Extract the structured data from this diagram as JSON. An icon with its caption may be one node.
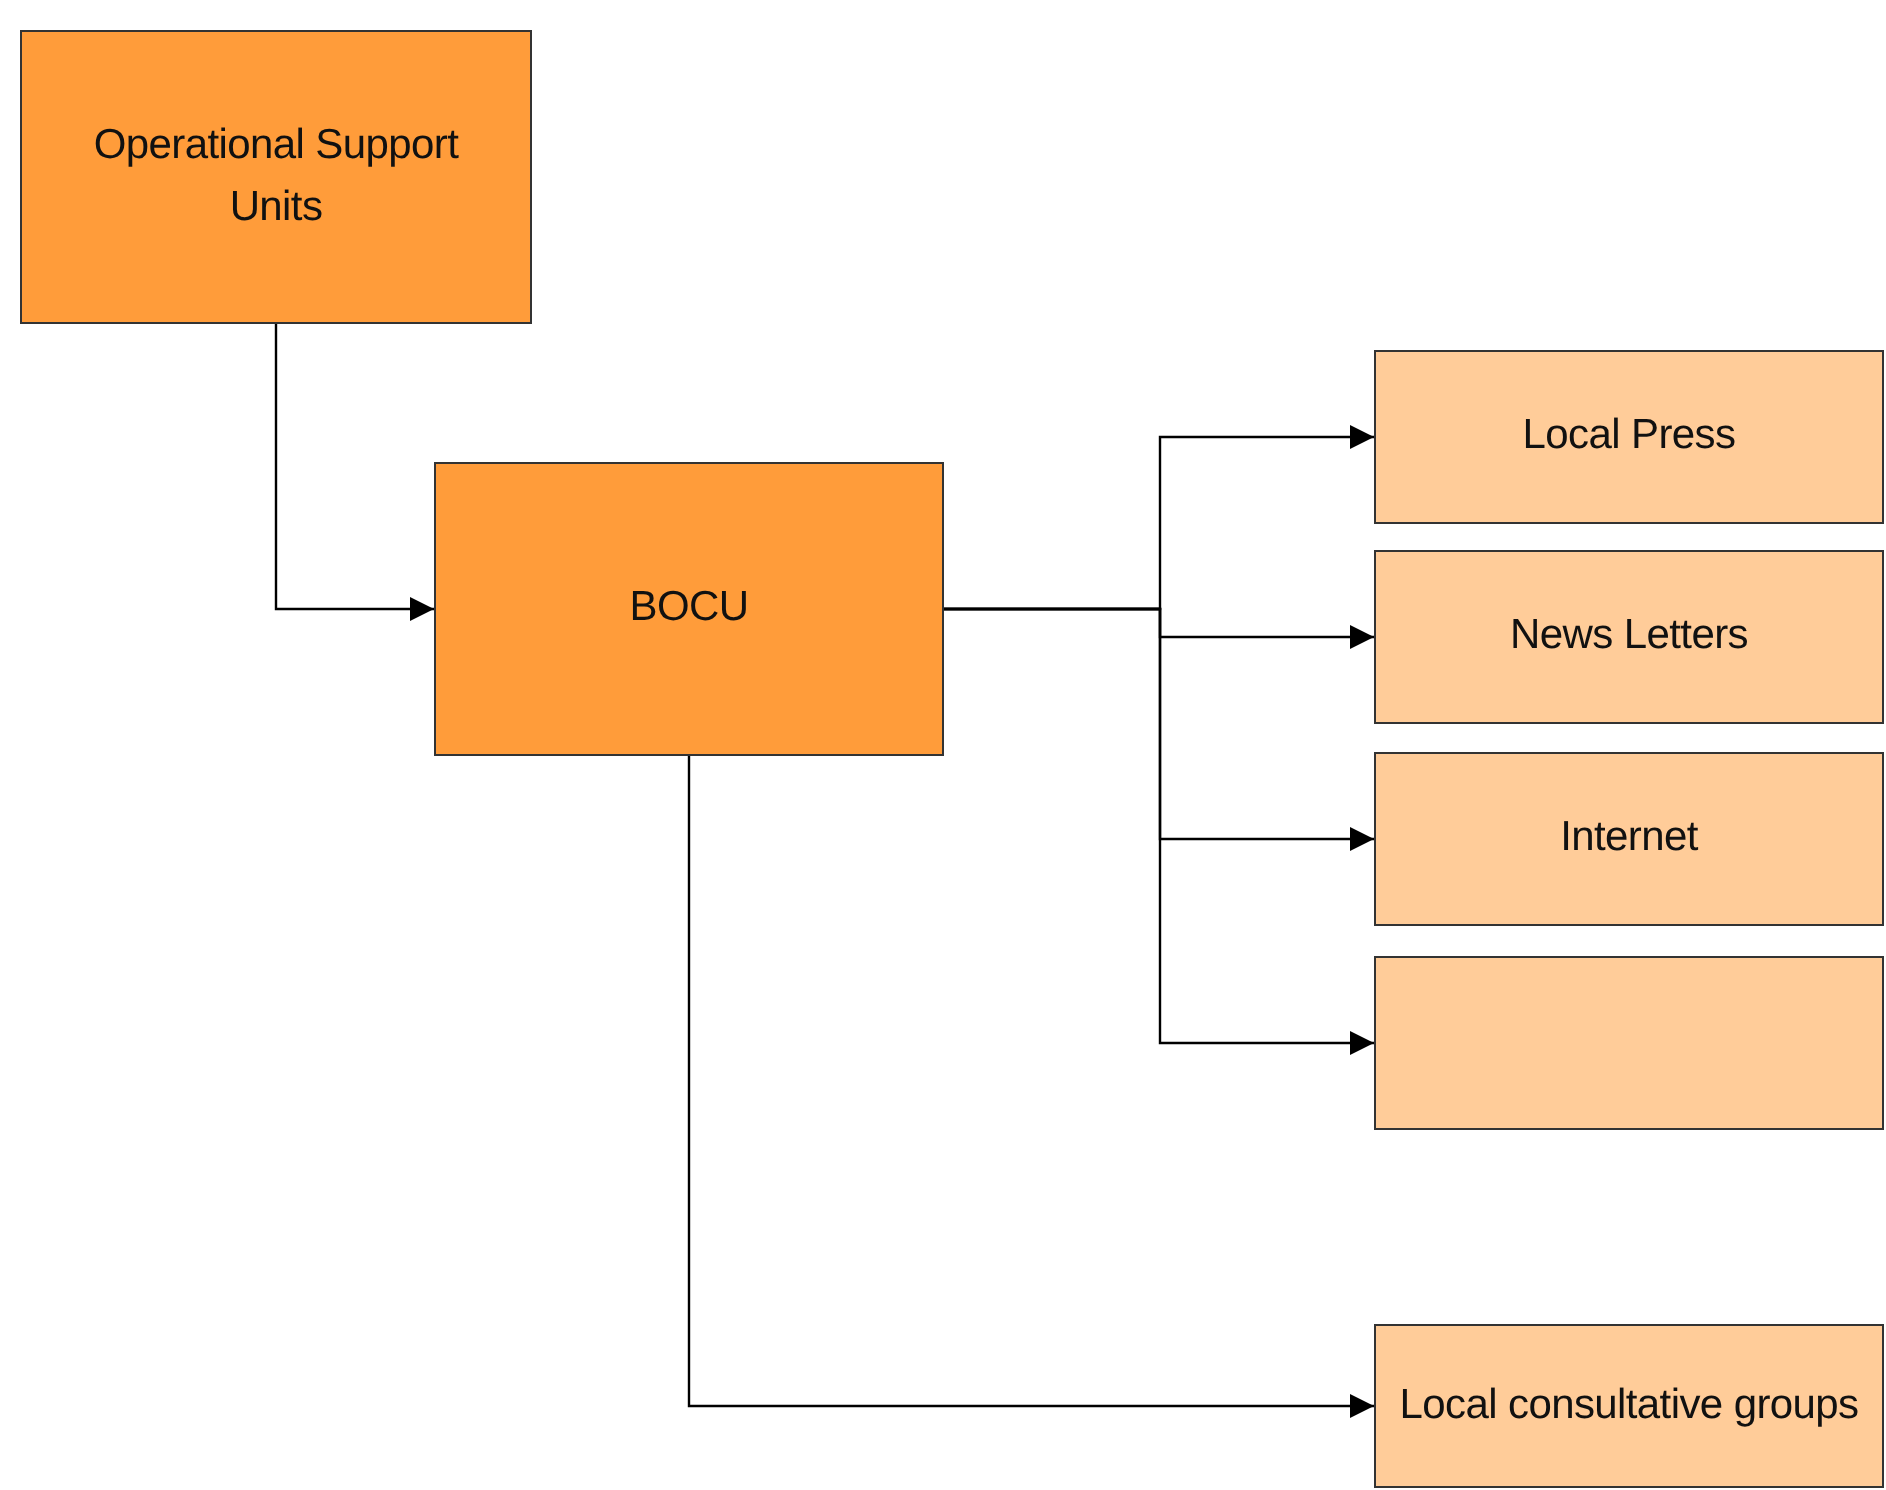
{
  "diagram": {
    "nodes": [
      {
        "text": [
          "Operational Support Units"
        ]
      },
      {
        "text": [
          "BOCU"
        ]
      },
      {
        "text": [
          "Local Press"
        ]
      },
      {
        "text": [
          "News Letters"
        ]
      },
      {
        "text": [
          "Internet"
        ]
      },
      {
        "text": [],
        "shape": "box"
      },
      {
        "text": [
          "Local consultative groups"
        ]
      }
    ],
    "edges": [
      {
        "from": 0,
        "to": 1,
        "arrow": "to"
      },
      {
        "from": 1,
        "to": 2,
        "arrow": "to"
      },
      {
        "from": 1,
        "to": 3,
        "arrow": "to"
      },
      {
        "from": 1,
        "to": 4,
        "arrow": "to"
      },
      {
        "from": 1,
        "to": 5,
        "arrow": "to"
      },
      {
        "from": 1,
        "to": 6,
        "arrow": "to"
      }
    ]
  }
}
